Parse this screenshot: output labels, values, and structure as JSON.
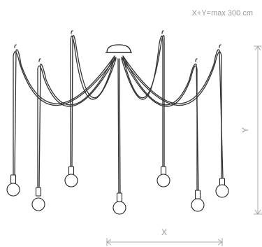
{
  "note": "X+Y=max 300 cm",
  "dimensions": {
    "x_label": "X",
    "y_label": "Y"
  },
  "colors": {
    "cable": "#333333",
    "dimension_lines": "#a8a8a8",
    "label_text": "#9a9a9a",
    "canopy_fill": "#ffffff"
  },
  "pendant_count": 7
}
